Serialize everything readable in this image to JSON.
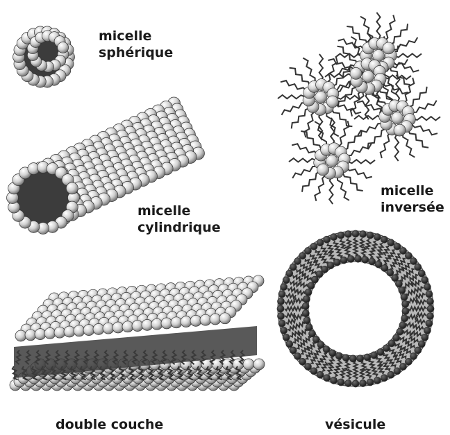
{
  "labels": {
    "spherical_micelle": [
      "micelle",
      "sphérique"
    ],
    "cylindrical_micelle": [
      "micelle",
      "cylindrique"
    ],
    "inverse_micelle": [
      "micelle",
      "inversée"
    ],
    "bilayer": "double couche",
    "vesicle": "vésicule"
  },
  "colors": {
    "head_fill": "#d6d6d6",
    "head_dark": "#2e2e2e",
    "tail": "#333333",
    "core": "#3c3c3c",
    "label": "#1a1a1a"
  }
}
